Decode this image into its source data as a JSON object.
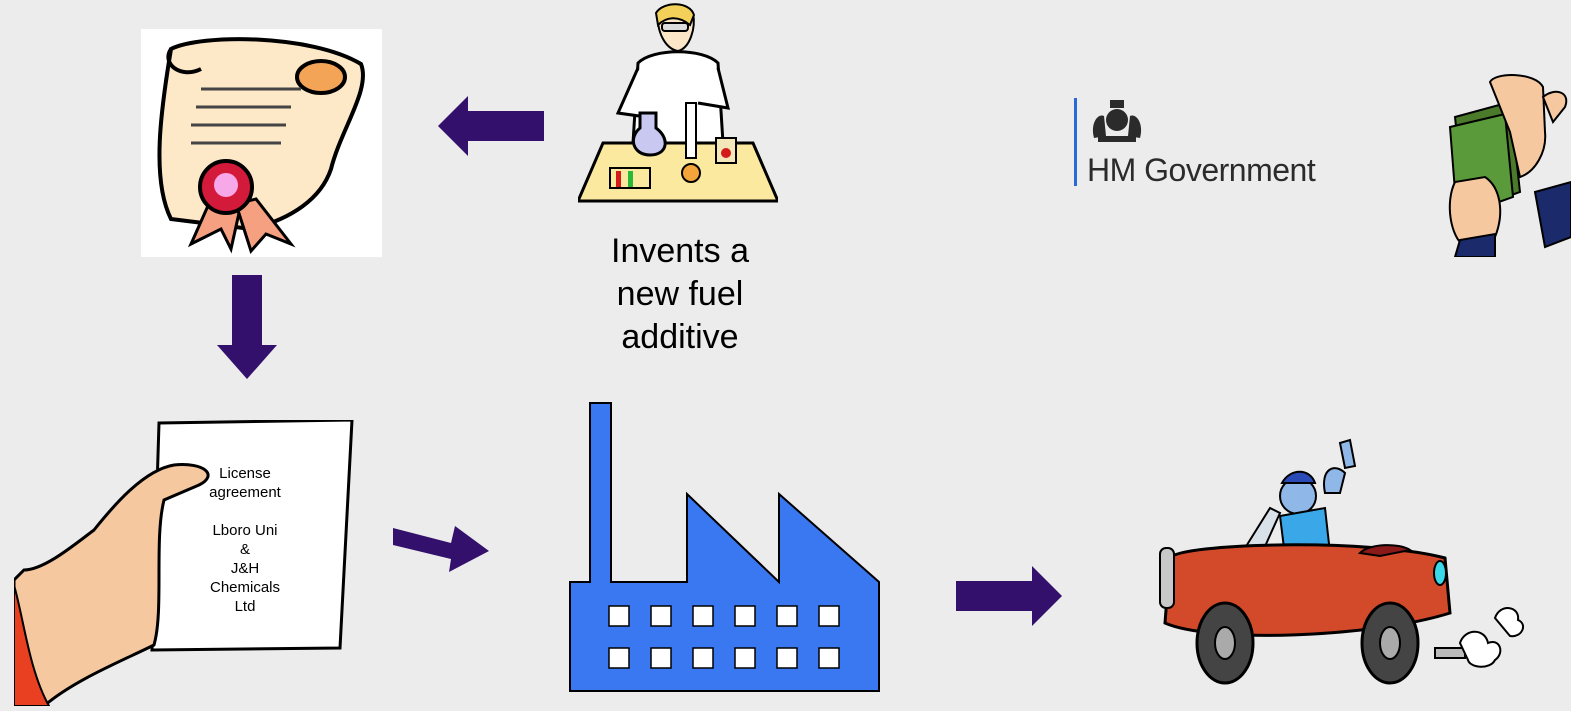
{
  "invention_caption": {
    "lines": [
      "Invents a",
      "new fuel",
      "additive"
    ]
  },
  "license_document": {
    "lines": [
      "License",
      "agreement",
      "",
      "Lboro Uni",
      "&",
      "J&H",
      "Chemicals",
      "Ltd"
    ]
  },
  "government_logo": {
    "text": "HM Government"
  },
  "colors": {
    "background": "#ececec",
    "arrow": "#33106b",
    "factory": "#3a78f2",
    "car_body": "#d24a2a",
    "scroll": "#fde8c8",
    "scientist_table": "#fbe9a0"
  },
  "icons": {
    "patent_scroll": "scroll-certificate-icon",
    "scientist": "scientist-icon",
    "license_in_hand": "hand-document-icon",
    "factory": "factory-icon",
    "car": "car-driver-icon",
    "money": "money-hand-icon",
    "government_crest": "royal-crest-icon"
  }
}
